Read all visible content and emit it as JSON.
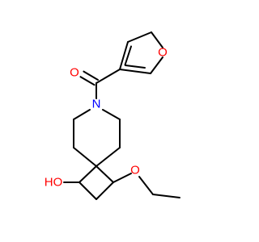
{
  "molecule": {
    "colors": {
      "bond": "#000000",
      "oxygen": "#ff0000",
      "nitrogen": "#0000ff",
      "carbon": "#000000"
    },
    "labels": {
      "carbonyl_oxygen": "O",
      "furan_oxygen": "O",
      "nitrogen": "N",
      "hydroxyl": "HO",
      "ether_oxygen": "O"
    }
  }
}
